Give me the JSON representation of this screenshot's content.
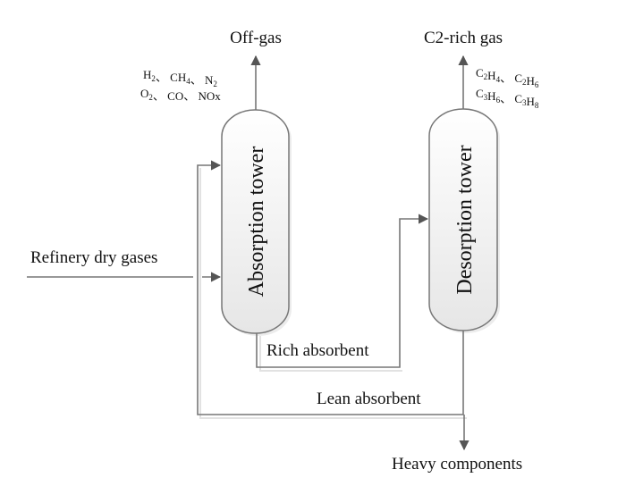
{
  "diagram": {
    "towers": {
      "absorption": {
        "label": "Absorption tower"
      },
      "desorption": {
        "label": "Desorption tower"
      }
    },
    "streams": {
      "off_gas": "Off-gas",
      "c2_rich_gas": "C2-rich gas",
      "refinery_dry_gases": "Refinery dry gases",
      "rich_absorbent": "Rich absorbent",
      "lean_absorbent": "Lean absorbent",
      "heavy_components": "Heavy components"
    },
    "compositions": {
      "off_gas": {
        "line1": [
          {
            "base": "H",
            "sub": "2",
            "sep": "、"
          },
          {
            "base": "CH",
            "sub": "4",
            "sep": "、"
          },
          {
            "base": "N",
            "sub": "2",
            "sep": ""
          }
        ],
        "line2": [
          {
            "base": "O",
            "sub": "2",
            "sep": "、"
          },
          {
            "base": "CO",
            "sub": "",
            "sep": "、"
          },
          {
            "base": "NOx",
            "sub": "",
            "sep": ""
          }
        ]
      },
      "c2_rich_gas": {
        "line1": [
          {
            "base": "C",
            "sub": "2",
            "base2": "H",
            "sub2": "4",
            "sep": "、"
          },
          {
            "base": "C",
            "sub": "2",
            "base2": "H",
            "sub2": "6",
            "sep": ""
          }
        ],
        "line2": [
          {
            "base": "C",
            "sub": "3",
            "base2": "H",
            "sub2": "6",
            "sep": "、"
          },
          {
            "base": "C",
            "sub": "3",
            "base2": "H",
            "sub2": "8",
            "sep": ""
          }
        ]
      }
    },
    "colors": {
      "line": "#777777",
      "tower_fill_top": "#ffffff",
      "tower_fill_bottom": "#e8e8e8",
      "text": "#111111"
    }
  }
}
